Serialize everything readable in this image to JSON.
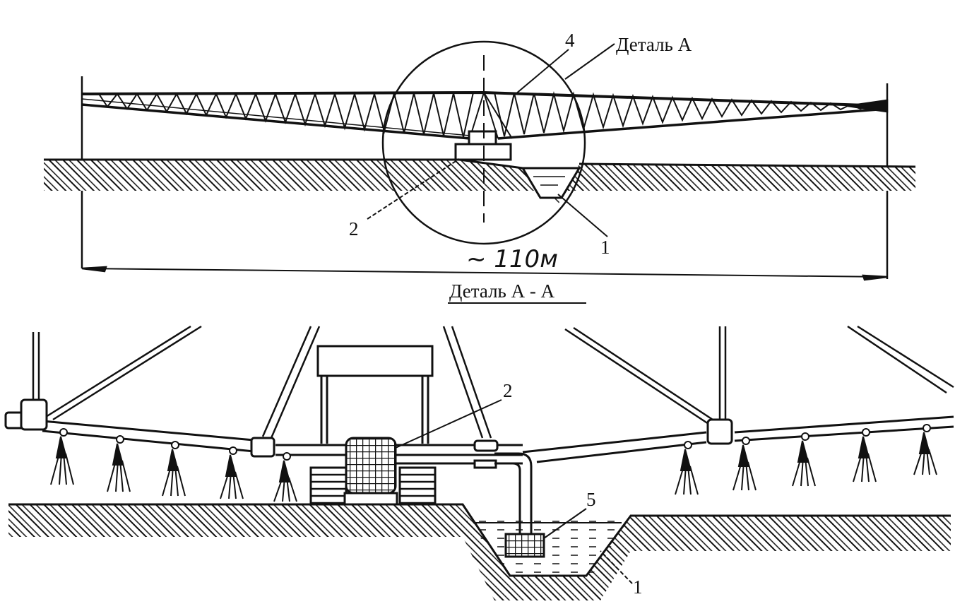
{
  "top_view": {
    "detail_label": "Деталь А",
    "callouts": {
      "c1": "1",
      "c2": "2",
      "c4": "4"
    },
    "dimension": "~ 110м"
  },
  "detail_view": {
    "title": "Деталь А - А",
    "callouts": {
      "c1": "1",
      "c2": "2",
      "c5": "5"
    }
  },
  "colors": {
    "ink": "#111111",
    "paper": "#ffffff"
  }
}
